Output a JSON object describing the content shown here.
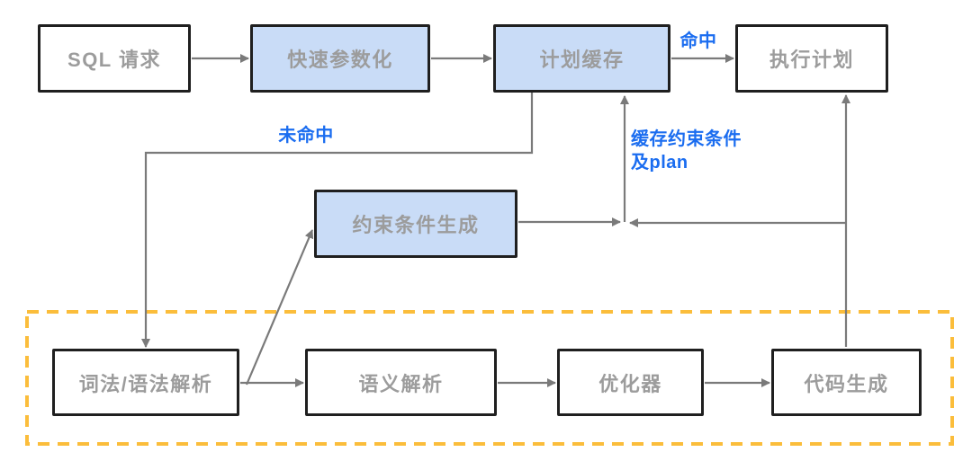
{
  "diagram": {
    "description": "SQL plan-cache execution flow diagram",
    "nodes": {
      "sql_request": {
        "label": "SQL 请求",
        "highlighted": false
      },
      "fast_parameterization": {
        "label": "快速参数化",
        "highlighted": true
      },
      "plan_cache": {
        "label": "计划缓存",
        "highlighted": true
      },
      "execution_plan": {
        "label": "执行计划",
        "highlighted": false
      },
      "constraint_generation": {
        "label": "约束条件生成",
        "highlighted": true
      },
      "lexical_syntax_parsing": {
        "label": "词法/语法解析",
        "highlighted": false
      },
      "semantic_parsing": {
        "label": "语义解析",
        "highlighted": false
      },
      "optimizer": {
        "label": "优化器",
        "highlighted": false
      },
      "code_generation": {
        "label": "代码生成",
        "highlighted": false
      }
    },
    "edge_labels": {
      "hit": "命中",
      "miss": "未命中",
      "cache_constraints_and_plan": "缓存约束条件\n及plan"
    },
    "edges": [
      {
        "from": "sql_request",
        "to": "fast_parameterization"
      },
      {
        "from": "fast_parameterization",
        "to": "plan_cache"
      },
      {
        "from": "plan_cache",
        "to": "execution_plan",
        "label": "命中"
      },
      {
        "from": "plan_cache",
        "to": "lexical_syntax_parsing",
        "label": "未命中"
      },
      {
        "from": "lexical_syntax_parsing",
        "to": "semantic_parsing"
      },
      {
        "from": "semantic_parsing",
        "to": "optimizer"
      },
      {
        "from": "optimizer",
        "to": "code_generation"
      },
      {
        "from": "lexical_syntax_parsing",
        "to": "constraint_generation"
      },
      {
        "from": "constraint_generation",
        "to": "plan_cache",
        "label": "缓存约束条件及plan"
      },
      {
        "from": "code_generation",
        "to": "plan_cache"
      },
      {
        "from": "code_generation",
        "to": "execution_plan"
      }
    ],
    "colors": {
      "node_highlight_fill": "#c9dcf7",
      "node_border": "#1f1f1f",
      "node_text": "#9c9c9c",
      "arrow": "#7a7a7a",
      "edge_label_blue": "#1b6df0",
      "dashed_group_border": "#fbbd3b",
      "background": "#ffffff"
    }
  }
}
